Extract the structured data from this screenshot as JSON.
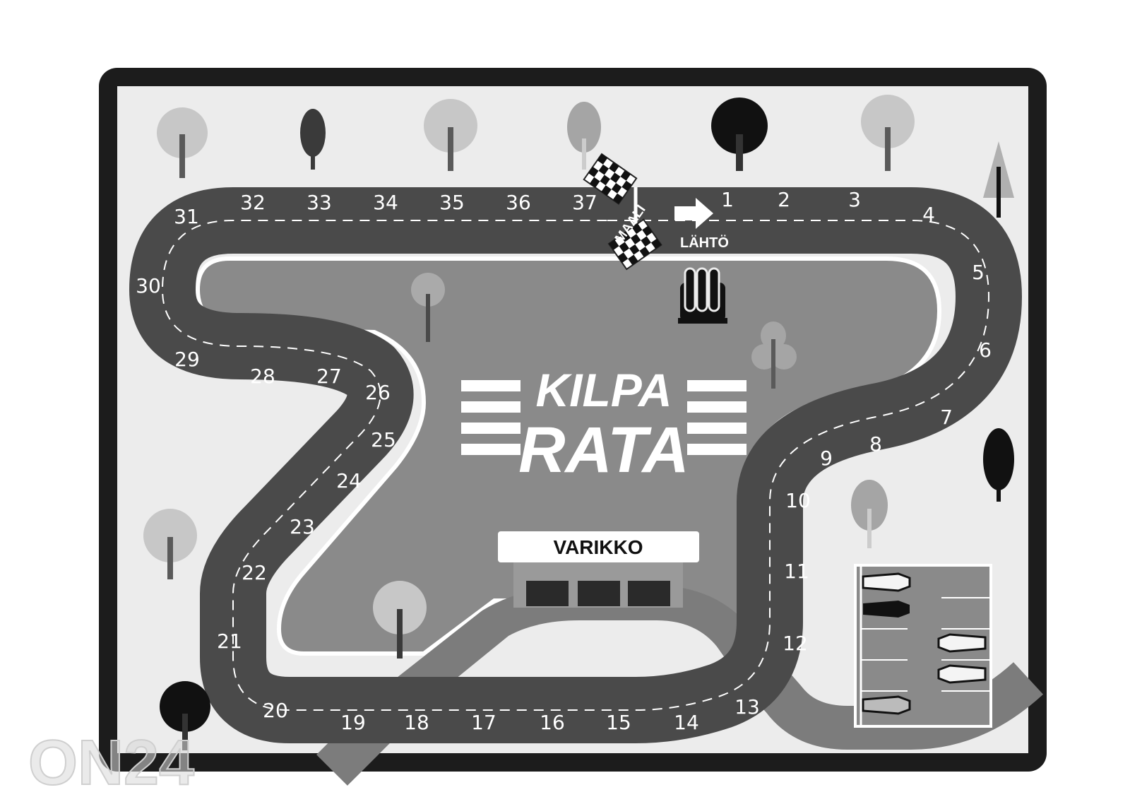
{
  "title": {
    "line1": "KILPA",
    "line2": "RATA"
  },
  "start": {
    "label": "LÄHTÖ"
  },
  "finish": {
    "label": "MAALI"
  },
  "pit": {
    "label": "VARIKKO"
  },
  "watermark": "ON24",
  "track_squares": [
    {
      "n": "1"
    },
    {
      "n": "2"
    },
    {
      "n": "3"
    },
    {
      "n": "4"
    },
    {
      "n": "5"
    },
    {
      "n": "6"
    },
    {
      "n": "7"
    },
    {
      "n": "8"
    },
    {
      "n": "9"
    },
    {
      "n": "10"
    },
    {
      "n": "11"
    },
    {
      "n": "12"
    },
    {
      "n": "13"
    },
    {
      "n": "14"
    },
    {
      "n": "15"
    },
    {
      "n": "16"
    },
    {
      "n": "17"
    },
    {
      "n": "18"
    },
    {
      "n": "19"
    },
    {
      "n": "20"
    },
    {
      "n": "21"
    },
    {
      "n": "22"
    },
    {
      "n": "23"
    },
    {
      "n": "24"
    },
    {
      "n": "25"
    },
    {
      "n": "26"
    },
    {
      "n": "27"
    },
    {
      "n": "28"
    },
    {
      "n": "29"
    },
    {
      "n": "30"
    },
    {
      "n": "31"
    },
    {
      "n": "32"
    },
    {
      "n": "33"
    },
    {
      "n": "34"
    },
    {
      "n": "35"
    },
    {
      "n": "36"
    },
    {
      "n": "37"
    }
  ],
  "colors": {
    "frame": "#1c1c1c",
    "ground": "#ececec",
    "track": "#4a4a4a",
    "infield": "#8a8a8a",
    "pit_lane": "#7c7c7c"
  }
}
